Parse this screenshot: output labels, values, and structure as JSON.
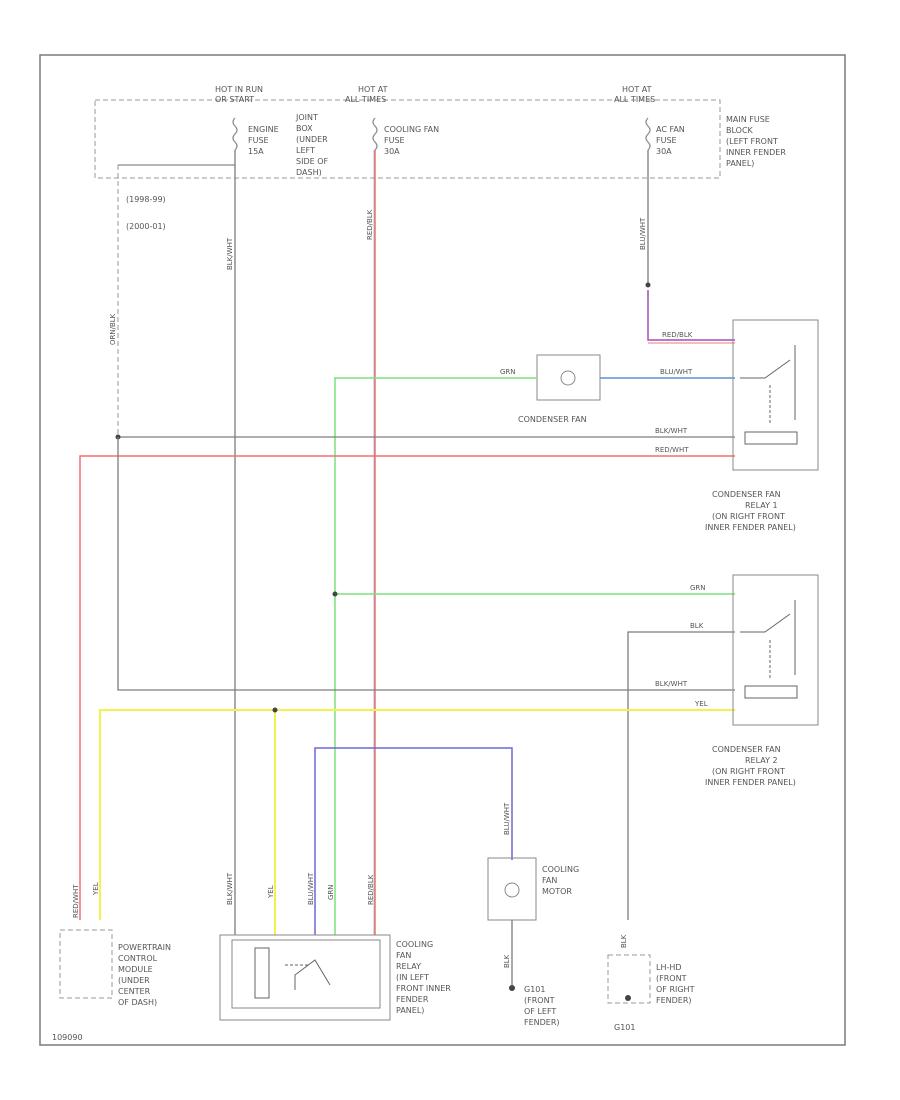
{
  "labels": {
    "hot_run": [
      "HOT IN RUN",
      "OR START"
    ],
    "hot_at_1": [
      "HOT AT",
      "ALL TIMES"
    ],
    "hot_at_2": [
      "HOT AT",
      "ALL TIMES"
    ],
    "engine_fuse": [
      "ENGINE",
      "FUSE",
      "15A"
    ],
    "joint_box": [
      "JOINT",
      "BOX",
      "(UNDER",
      "LEFT",
      "SIDE OF",
      "DASH)"
    ],
    "cooling_fan_fuse": [
      "COOLING FAN",
      "FUSE",
      "30A"
    ],
    "ac_fan_fuse": [
      "AC FAN",
      "FUSE",
      "30A"
    ],
    "main_fuse_block": [
      "MAIN FUSE",
      "BLOCK",
      "(LEFT FRONT",
      "INNER FENDER",
      "PANEL)"
    ],
    "year_1": "(1998-99)",
    "year_2": "(2000-01)",
    "condenser_fan": "CONDENSER FAN",
    "relay_1": [
      "CONDENSER FAN",
      "RELAY 1",
      "(ON RIGHT FRONT",
      "INNER FENDER PANEL)"
    ],
    "relay_2": [
      "CONDENSER FAN",
      "RELAY 2",
      "(ON RIGHT FRONT",
      "INNER FENDER PANEL)"
    ],
    "cooling_fan_motor": [
      "COOLING",
      "FAN",
      "MOTOR"
    ],
    "pcm": [
      "POWERTRAIN",
      "CONTROL",
      "MODULE",
      "(UNDER",
      "CENTER",
      "OF DASH)"
    ],
    "cooling_fan_relay": [
      "COOLING",
      "FAN",
      "RELAY",
      "(IN LEFT",
      "FRONT INNER",
      "FENDER",
      "PANEL)"
    ],
    "g101": [
      "G101",
      "(FRONT",
      "OF LEFT",
      "FENDER)"
    ],
    "g101_bottom": "G101",
    "lhd_ground": [
      "LH-HD",
      "(FRONT",
      "OF RIGHT",
      "FENDER)"
    ],
    "id_code": "109090"
  },
  "wires": {
    "red_blk": "RED/BLK",
    "grn": "GRN",
    "blu_wht": "BLU/WHT",
    "blk_wht_1": "BLK/WHT",
    "red_wht": "RED/WHT",
    "grn_2": "GRN",
    "blk": "BLK",
    "blk_wht_2": "BLK/WHT",
    "yel": "YEL",
    "vert_orn_blk": "ORN/BLK",
    "vert_blk_wht": "BLK/WHT",
    "vert_red_blk": "RED/BLK",
    "vert_blu_wht": "BLU/WHT",
    "pcm_red_wht": "RED/WHT",
    "pcm_yel": "YEL",
    "relay_blk_wht": "BLK/WHT",
    "relay_yel": "YEL",
    "relay_blu_wht": "BLU/WHT",
    "relay_grn": "GRN",
    "relay_red_blk": "RED/BLK",
    "motor_blu_wht": "BLU/WHT",
    "motor_blk": "BLK",
    "ground_blk": "BLK"
  },
  "colors": {
    "border": "#7a7a7a",
    "wire_black": "#7d7d7d",
    "wire_red": "#f07070",
    "wire_green": "#7be07b",
    "wire_blue": "#5f8fd8",
    "wire_yellow": "#f2f24a",
    "wire_purple": "#a050b0",
    "wire_darkblue": "#6a6ad8"
  }
}
